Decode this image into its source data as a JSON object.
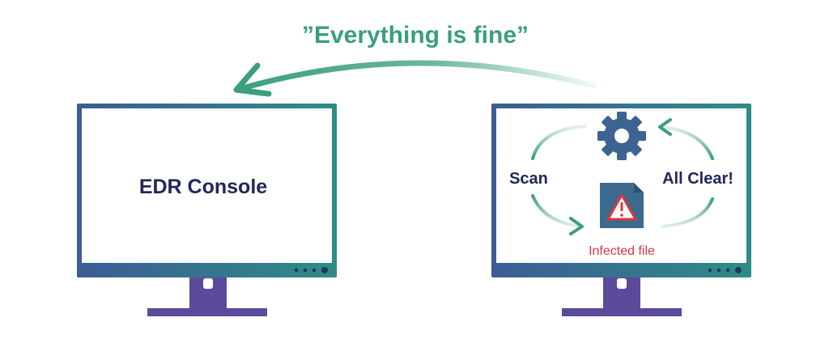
{
  "header": {
    "message": "”Everything is fine”"
  },
  "left_monitor": {
    "screen_label": "EDR Console"
  },
  "right_monitor": {
    "scan_label": "Scan",
    "all_clear_label": "All Clear!",
    "file_label": "Infected file"
  },
  "icons": [
    "gear-icon",
    "warning-file-icon",
    "return-arrow-icon"
  ],
  "colors": {
    "accent_green": "#3A9E7F",
    "navy_text": "#23265A",
    "monitor_frame_blue": "#3C5C95",
    "monitor_frame_teal": "#2E8C86",
    "stand_purple": "#5B4A9B",
    "gear_blue": "#3D6491",
    "file_blue": "#3C6A8F",
    "warning_red": "#D8383E"
  }
}
